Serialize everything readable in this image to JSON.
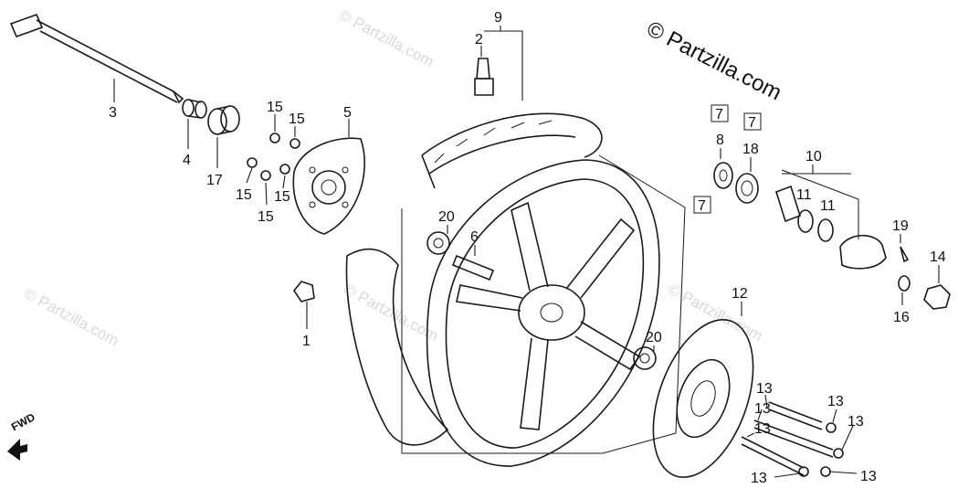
{
  "copyright": "© Partzilla.com",
  "watermark": "© Partzilla.com",
  "direction_label": "FWD",
  "callouts": {
    "c1": "1",
    "c2": "2",
    "c3": "3",
    "c4": "4",
    "c5": "5",
    "c6": "6",
    "c7": "7",
    "c8": "8",
    "c9": "9",
    "c10": "10",
    "c11": "11",
    "c12": "12",
    "c13": "13",
    "c14": "14",
    "c15": "15",
    "c16": "16",
    "c17": "17",
    "c18": "18",
    "c19": "19",
    "c20": "20"
  }
}
